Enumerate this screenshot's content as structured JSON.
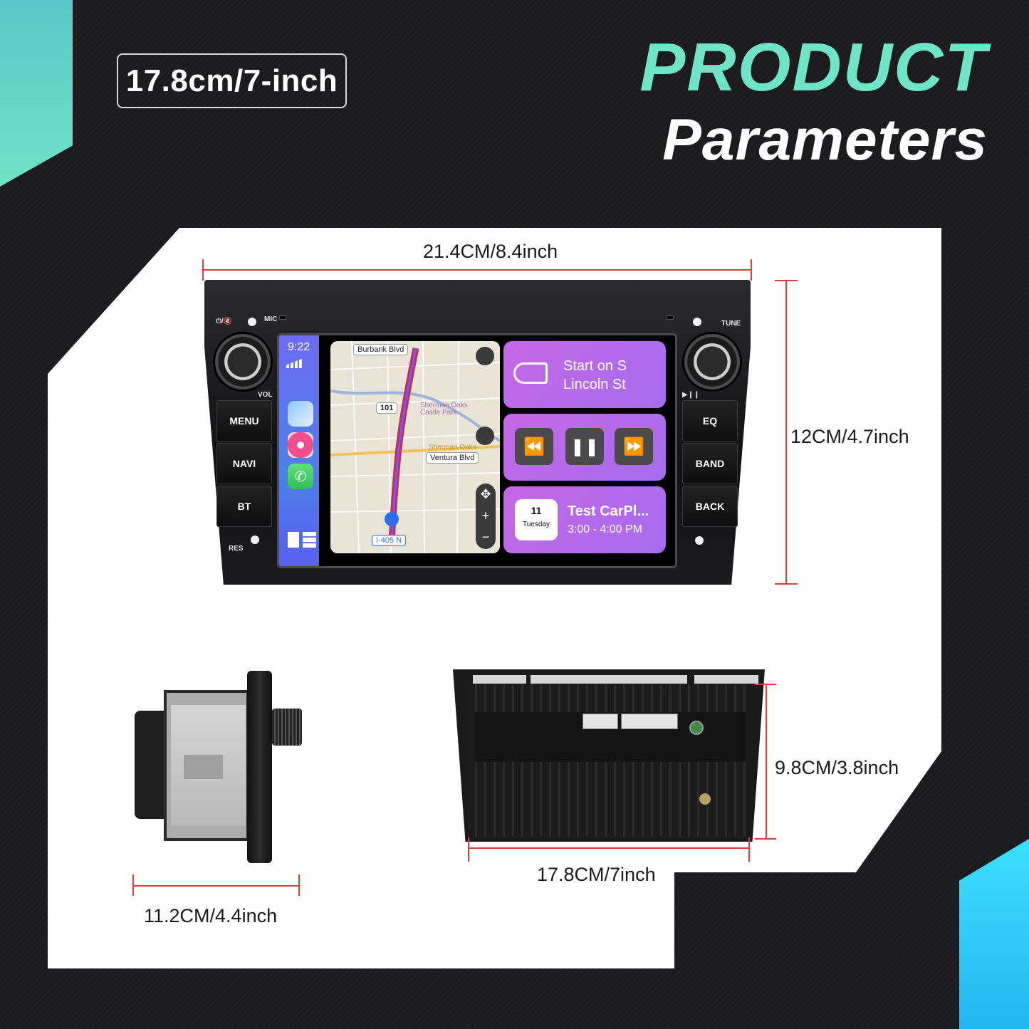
{
  "badge": {
    "size_text": "17.8cm/7-inch"
  },
  "title": {
    "line1": "PRODUCT",
    "line2": "Parameters"
  },
  "dimensions": {
    "front_width": "21.4CM/8.4inch",
    "front_height": "12CM/4.7inch",
    "side_depth": "11.2CM/4.4inch",
    "back_width": "17.8CM/7inch",
    "back_height": "9.8CM/3.8inch"
  },
  "unit": {
    "left_buttons": [
      "MENU",
      "NAVI",
      "BT"
    ],
    "right_buttons": [
      "EQ",
      "BAND",
      "BACK"
    ],
    "labels": {
      "power": "⏻/🔇",
      "mic": "MIC",
      "vol": "VOL",
      "tune": "TUNE",
      "play": "▶❙❙",
      "res": "RES"
    }
  },
  "screen": {
    "time": "9:22",
    "map": {
      "street_top": "Burbank Blvd",
      "highway": "101",
      "poi_1": "Sherman Oaks Castle Park",
      "poi_2": "Sherman Oaks",
      "street_mid": "Ventura Blvd",
      "route": "I-405 N"
    },
    "nav_widget": {
      "line1": "Start on S",
      "line2": "Lincoln St"
    },
    "calendar_widget": {
      "day": "11",
      "weekday": "Tuesday",
      "title": "Test CarPl...",
      "time": "3:00 - 4:00 PM"
    },
    "colors": {
      "dock": "#5b74ee",
      "widget": "#b66aea",
      "route": "#c0305a"
    }
  },
  "colors": {
    "accent_teal": "#6fe5c7",
    "accent_blue": "#2fc9f6",
    "dimension_red": "#e23a3a"
  }
}
